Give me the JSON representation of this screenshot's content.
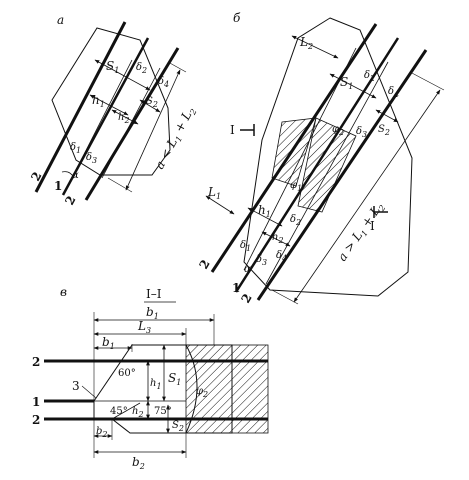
{
  "panel_a": {
    "tag": "а",
    "ineq_prefix": "a < L",
    "ineq_sub1": "1",
    "ineq_mid": " + L",
    "ineq_sub2": "2",
    "labels": [
      {
        "main": "S",
        "sub": "1"
      },
      {
        "main": "h",
        "sub": "1"
      },
      {
        "main": "δ",
        "sub": "2"
      },
      {
        "main": "δ",
        "sub": "4"
      },
      {
        "main": "h",
        "sub": "2"
      },
      {
        "main": "S",
        "sub": "2"
      },
      {
        "main": "δ",
        "sub": "1"
      },
      {
        "main": "δ",
        "sub": "3"
      },
      {
        "main": "α",
        "sub": ""
      }
    ],
    "sheet_numbers": [
      "2",
      "1",
      "2"
    ]
  },
  "panel_b": {
    "tag": "б",
    "ineq_prefix": "a > L",
    "ineq_sub1": "1",
    "ineq_mid": " + L",
    "ineq_sub2": "2",
    "section_mark": "I",
    "labels": [
      {
        "main": "L",
        "sub": "2"
      },
      {
        "main": "S",
        "sub": "1"
      },
      {
        "main": "δ",
        "sub": "2"
      },
      {
        "main": "δ",
        "sub": "4"
      },
      {
        "main": "φ",
        "sub": "2"
      },
      {
        "main": "δ",
        "sub": "3"
      },
      {
        "main": "S",
        "sub": "2"
      },
      {
        "main": "L",
        "sub": "1"
      },
      {
        "main": "φ",
        "sub": "1"
      },
      {
        "main": "h",
        "sub": "1"
      },
      {
        "main": "δ",
        "sub": "1"
      },
      {
        "main": "δ",
        "sub": "2"
      },
      {
        "main": "h",
        "sub": "2"
      },
      {
        "main": "δ",
        "sub": "3"
      },
      {
        "main": "δ",
        "sub": "4"
      },
      {
        "main": "α",
        "sub": ""
      }
    ],
    "sheet_numbers": [
      "2",
      "1",
      "2"
    ]
  },
  "panel_v": {
    "tag": "в",
    "section_title": "I–I",
    "dims": [
      {
        "main": "b",
        "sub": "1"
      },
      {
        "main": "L",
        "sub": "3"
      },
      {
        "main": "b",
        "sub": "1"
      },
      {
        "main": "h",
        "sub": "1"
      },
      {
        "main": "S",
        "sub": "1"
      },
      {
        "main": "h",
        "sub": "2"
      },
      {
        "main": "S",
        "sub": "2"
      },
      {
        "main": "b",
        "sub": "2"
      },
      {
        "main": "b",
        "sub": "2"
      },
      {
        "main": "φ",
        "sub": "2"
      }
    ],
    "angles": [
      "60°",
      "45°",
      "75°"
    ],
    "sheet_numbers": [
      "2",
      "1",
      "2",
      "3"
    ]
  }
}
